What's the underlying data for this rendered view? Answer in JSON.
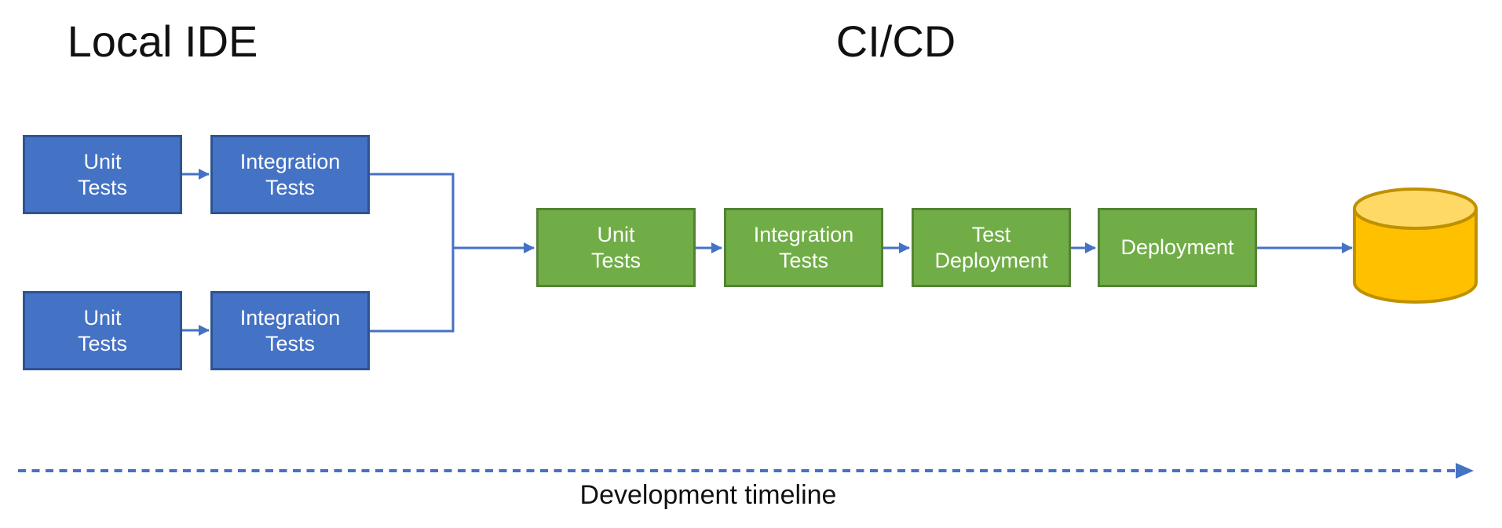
{
  "colors": {
    "blue_fill": "#4472C4",
    "blue_border": "#2E5395",
    "green_fill": "#70AD47",
    "green_border": "#548235",
    "arrow_blue": "#4472C4",
    "cylinder_fill": "#FFC000",
    "cylinder_top_fill": "#FFD966",
    "cylinder_border": "#BF9000",
    "heading_text": "#111111",
    "box_text": "#FFFFFF"
  },
  "sections": {
    "local_ide": "Local IDE",
    "cicd": "CI/CD"
  },
  "local_pipelines": [
    {
      "unit_tests": "Unit\nTests",
      "integration_tests": "Integration\nTests"
    },
    {
      "unit_tests": "Unit\nTests",
      "integration_tests": "Integration\nTests"
    }
  ],
  "cicd_pipeline": {
    "unit_tests": "Unit\nTests",
    "integration_tests": "Integration\nTests",
    "test_deployment": "Test\nDeployment",
    "deployment": "Deployment"
  },
  "timeline": {
    "label": "Development timeline"
  },
  "icons": {
    "database": "database-cylinder"
  }
}
